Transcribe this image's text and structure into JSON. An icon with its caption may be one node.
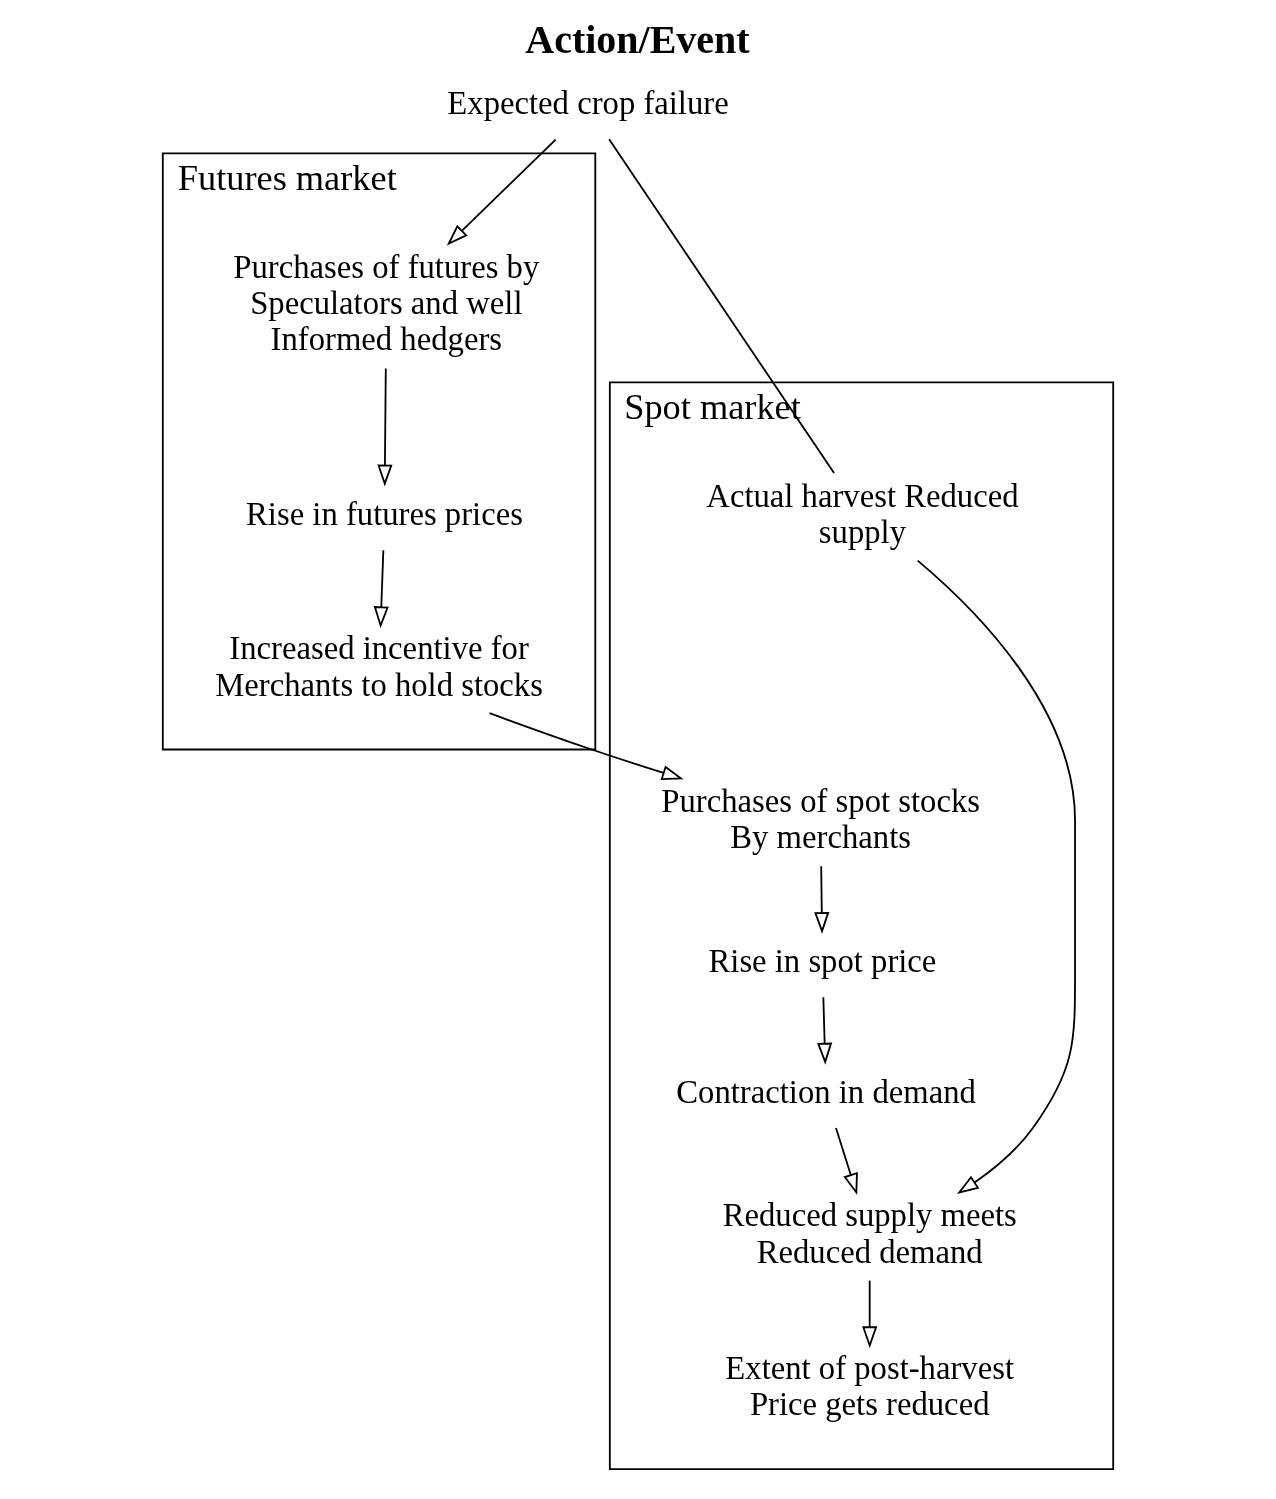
{
  "diagram": {
    "title": "Action/Event",
    "nodes": [
      {
        "text": [
          "Futures market"
        ]
      },
      {
        "text": [
          "Spot market"
        ]
      },
      {
        "text": [
          "Expected crop failure"
        ]
      },
      {
        "text": [
          "Purchases of futures by Speculators and well Informed hedgers"
        ],
        "in": 0
      },
      {
        "text": [
          "Rise in futures prices"
        ],
        "in": 0
      },
      {
        "text": [
          "Increased incentive for Merchants to hold stocks"
        ],
        "in": 0
      },
      {
        "text": [
          "Purchases of spot stocks By merchants"
        ],
        "in": 1
      },
      {
        "text": [
          "Rise in spot price"
        ],
        "in": 1
      },
      {
        "text": [
          "Contraction in demand"
        ],
        "in": 1
      },
      {
        "text": [
          "Actual harvest Reduced supply"
        ],
        "in": 1
      },
      {
        "text": [
          "Reduced supply meets Reduced demand"
        ],
        "in": 1
      },
      {
        "text": [
          "Extent of post-harvest Price gets reduced"
        ],
        "in": 1
      }
    ],
    "edges": [
      {
        "from": 2,
        "to": 3,
        "arrow": "to"
      },
      {
        "from": 3,
        "to": 4,
        "arrow": "to"
      },
      {
        "from": 4,
        "to": 5,
        "arrow": "to"
      },
      {
        "from": 5,
        "to": 6,
        "arrow": "to"
      },
      {
        "from": 6,
        "to": 7,
        "arrow": "to"
      },
      {
        "from": 7,
        "to": 8,
        "arrow": "to"
      },
      {
        "from": 2,
        "to": 9,
        "arrow": "none"
      },
      {
        "from": 8,
        "to": 10,
        "arrow": "to"
      },
      {
        "from": 9,
        "to": 10,
        "arrow": "to"
      },
      {
        "from": 10,
        "to": 11,
        "arrow": "to"
      }
    ]
  }
}
